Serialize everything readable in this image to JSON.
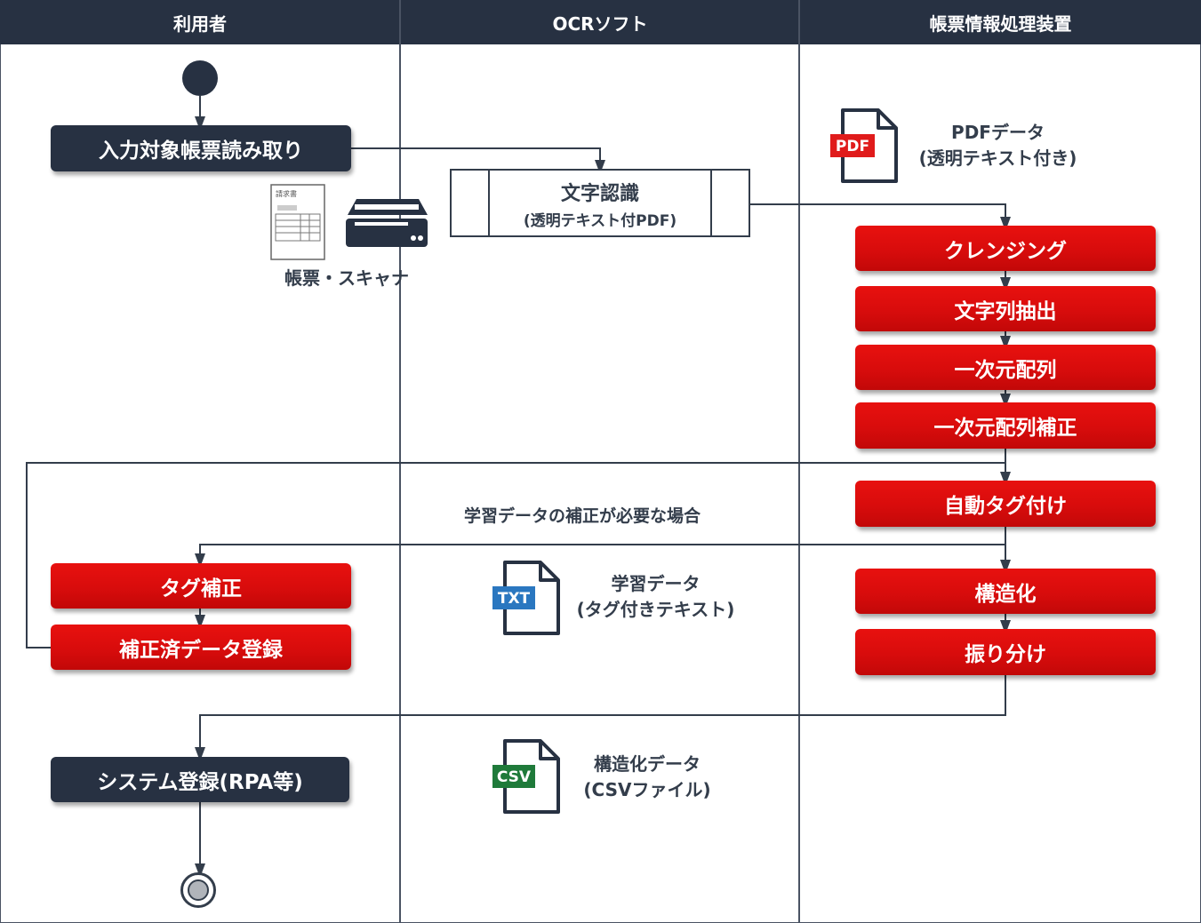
{
  "lanes": [
    "利用者",
    "OCRソフト",
    "帳票情報処理装置"
  ],
  "user": {
    "read_form": "入力対象帳票読み取り",
    "form_scanner_label": "帳票・スキャナ",
    "form_thumb_title": "請求書",
    "tag_correction": "タグ補正",
    "corrected_data_register": "補正済データ登録",
    "system_register": "システム登録(RPA等)"
  },
  "ocr": {
    "char_recognition": "文字認識",
    "char_recognition_sub": "(透明テキスト付PDF)",
    "condition_label": "学習データの補正が必要な場合",
    "txt_badge": "TXT",
    "learning_data_line1": "学習データ",
    "learning_data_line2": "(タグ付きテキスト)",
    "csv_badge": "CSV",
    "structured_data_line1": "構造化データ",
    "structured_data_line2": "(CSVファイル)"
  },
  "device": {
    "pdf_badge": "PDF",
    "pdf_data_line1": "PDFデータ",
    "pdf_data_line2": "(透明テキスト付き)",
    "steps": [
      "クレンジング",
      "文字列抽出",
      "一次元配列",
      "一次元配列補正",
      "自動タグ付け",
      "構造化",
      "振り分け"
    ]
  },
  "colors": {
    "header": "#273142",
    "dark_box": "#273142",
    "red_box": "#d80c0c",
    "line": "#333d4b",
    "pdf_badge": "#e01b1b",
    "txt_badge": "#2a77c0",
    "csv_badge": "#1f7a3a"
  }
}
